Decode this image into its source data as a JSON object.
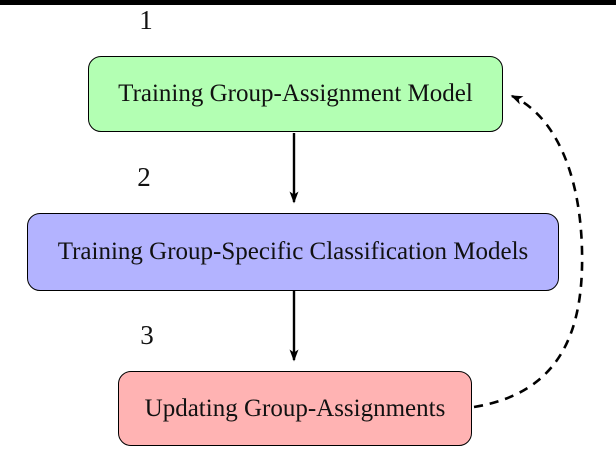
{
  "diagram": {
    "title": "iterative group-assignment training loop",
    "steps": [
      {
        "number": "1",
        "label": "Training Group-Assignment Model"
      },
      {
        "number": "2",
        "label": "Training Group-Specific Classification Models"
      },
      {
        "number": "3",
        "label": "Updating Group-Assignments"
      }
    ],
    "arrows": [
      {
        "name": "step1-to-step2",
        "style": "solid"
      },
      {
        "name": "step2-to-step3",
        "style": "solid"
      },
      {
        "name": "step3-back-to-step1",
        "style": "dashed-curve"
      }
    ],
    "colors": {
      "step1_fill": "#b3ffb3",
      "step2_fill": "#b3b3ff",
      "step3_fill": "#ffb3b3",
      "border": "#000000",
      "arrow": "#000000",
      "top_rule": "#000000",
      "background": "#ffffff"
    }
  }
}
